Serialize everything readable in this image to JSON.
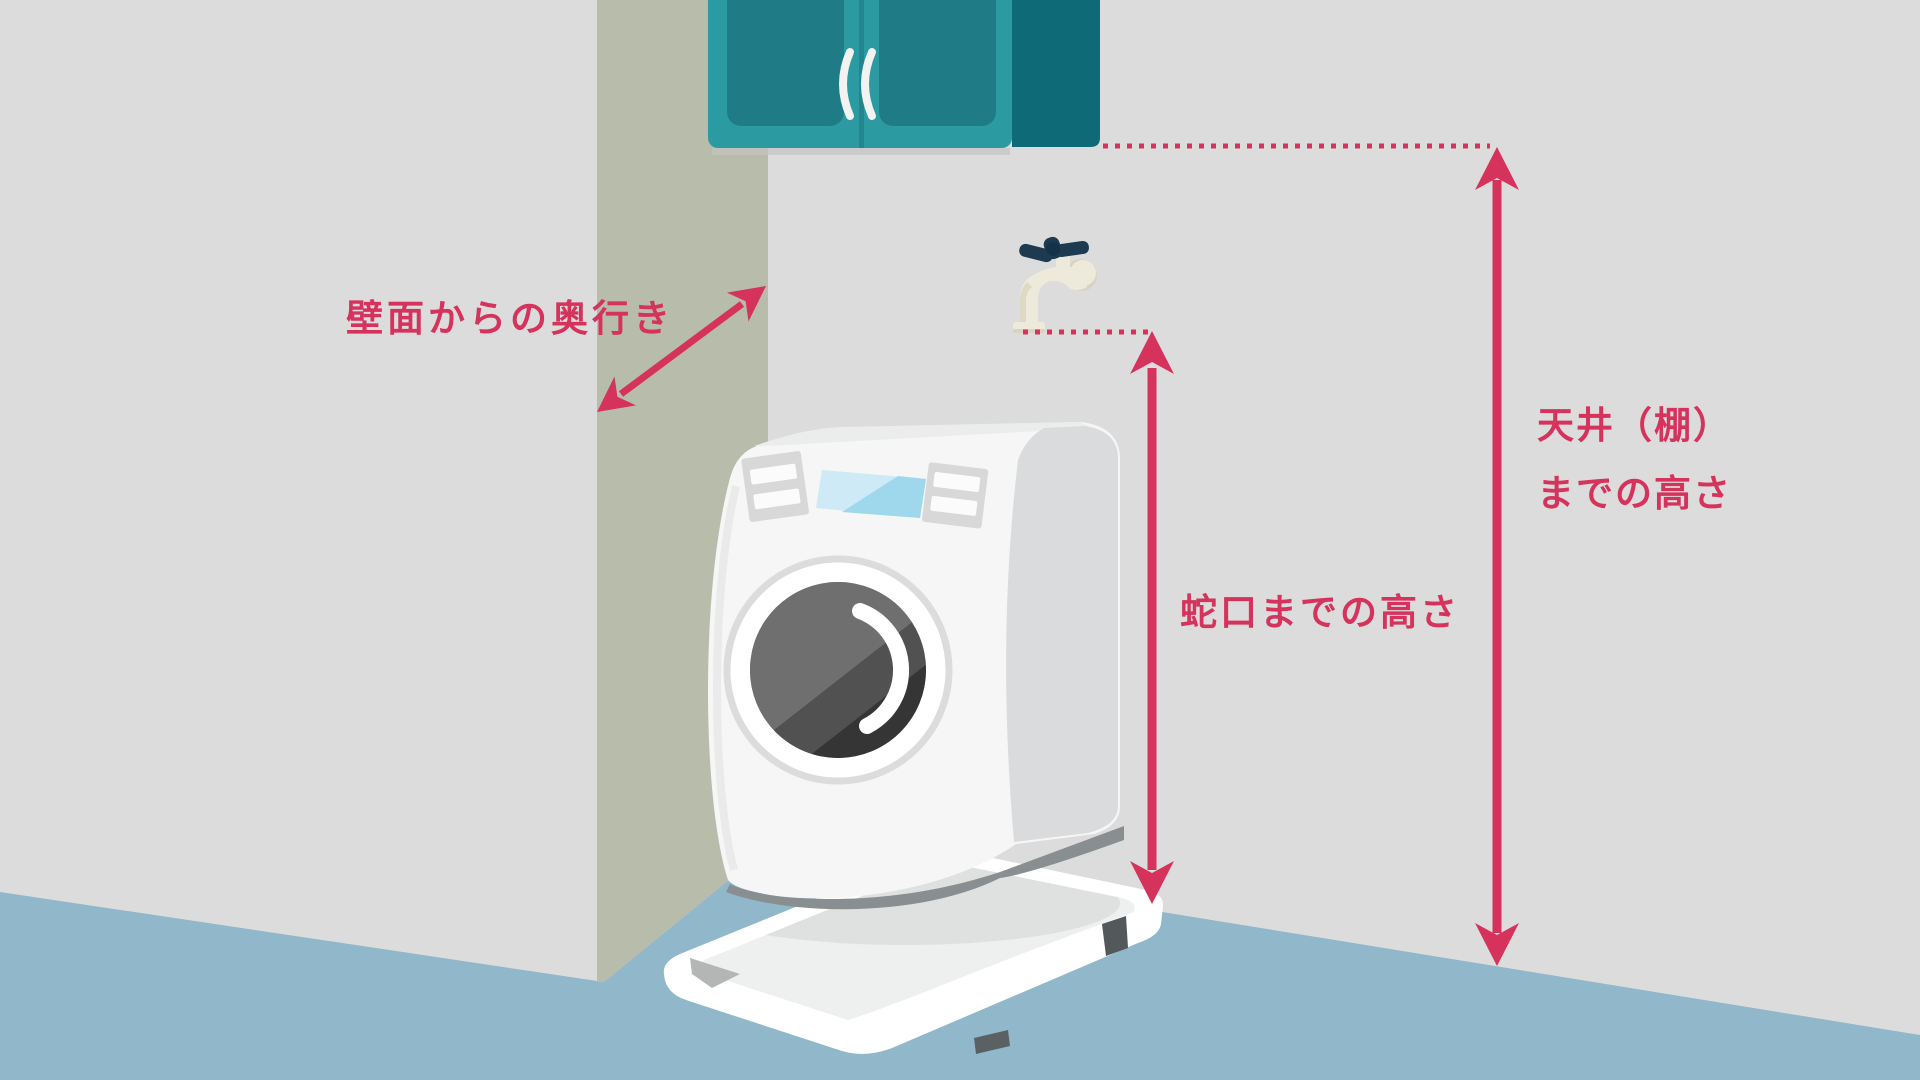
{
  "labels": {
    "depth_from_wall": "壁面からの奥行き",
    "height_to_faucet": "蛇口までの高さ",
    "height_to_ceiling_line1": "天井（棚）",
    "height_to_ceiling_line2": "までの高さ"
  },
  "colors": {
    "annotation_red": "#d5325c",
    "wall_gray": "#dcdcdc",
    "side_wall_green": "#b7bcab",
    "floor_blue": "#90b8ca",
    "cabinet_teal": "#2b9aa1",
    "cabinet_panel_teal": "#1f7c87",
    "cabinet_side_teal": "#0e6a77",
    "cabinet_handle_white": "#f2f2f1",
    "machine_body_white": "#f5f6f5",
    "machine_side_gray": "#d9dbdc",
    "machine_button_gray": "#d8d8d8",
    "drum_dark_gray": "#4a4a4a",
    "screen_blue_light": "#cdeaf6",
    "screen_blue_dark": "#9fd7ed",
    "faucet_cream": "#eeeadb",
    "faucet_handle_navy": "#1e3a50",
    "drain_pan_white": "#ffffff"
  },
  "icons": {
    "wall_cabinet": "wall-cabinet-icon",
    "faucet": "faucet-icon",
    "washing_machine": "drum-washing-machine-icon",
    "drain_pan": "drain-pan-icon",
    "measure_arrow": "double-arrow-icon"
  }
}
